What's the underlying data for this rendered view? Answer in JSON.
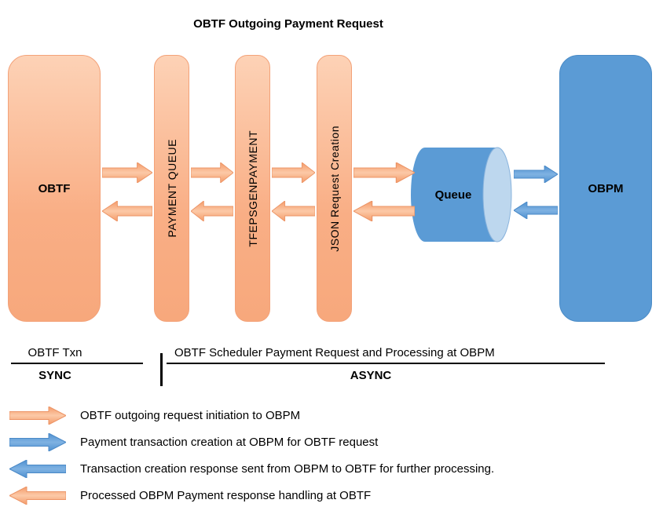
{
  "title": "OBTF Outgoing Payment Request",
  "nodes": {
    "obtf": "OBTF",
    "payment_queue": "PAYMENT QUEUE",
    "tfepsgenpayment": "TFEPSGENPAYMENT",
    "json_request": "JSON Request Creation",
    "queue": "Queue",
    "obpm": "OBPM"
  },
  "phases": {
    "sync": {
      "label": "OBTF Txn",
      "mode": "SYNC"
    },
    "async": {
      "label": "OBTF Scheduler Payment Request and Processing at OBPM",
      "mode": "ASYNC"
    }
  },
  "legend": [
    {
      "icon": "orange-right-arrow-icon",
      "text": "OBTF outgoing request initiation to OBPM"
    },
    {
      "icon": "blue-right-arrow-icon",
      "text": "Payment transaction creation at OBPM for OBTF request"
    },
    {
      "icon": "blue-left-arrow-icon",
      "text": "Transaction creation response sent from OBPM to OBTF for further processing."
    },
    {
      "icon": "orange-left-arrow-icon",
      "text": "Processed OBPM Payment response handling at OBTF"
    }
  ],
  "colors": {
    "peach": "#f8a87c",
    "peach_light": "#fdd2b6",
    "blue": "#5b9bd5",
    "blue_light": "#bdd7ee"
  }
}
